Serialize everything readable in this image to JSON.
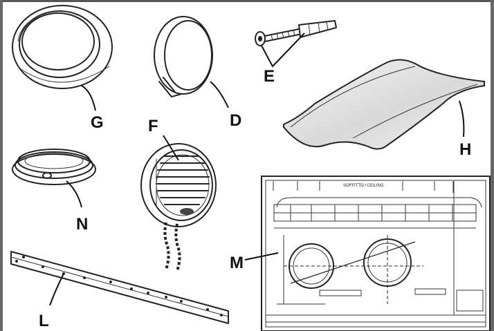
{
  "parts": [
    {
      "id": "G",
      "label": "G"
    },
    {
      "id": "D",
      "label": "D"
    },
    {
      "id": "E",
      "label": "E"
    },
    {
      "id": "H",
      "label": "H"
    },
    {
      "id": "F",
      "label": "F"
    },
    {
      "id": "N",
      "label": "N"
    },
    {
      "id": "M",
      "label": "M"
    },
    {
      "id": "L",
      "label": "L"
    }
  ],
  "drawing": {
    "title": "SOFFITTO / CEILING"
  },
  "colors": {
    "ink": "#222222",
    "paper": "#ffffff",
    "border": "#555555"
  }
}
